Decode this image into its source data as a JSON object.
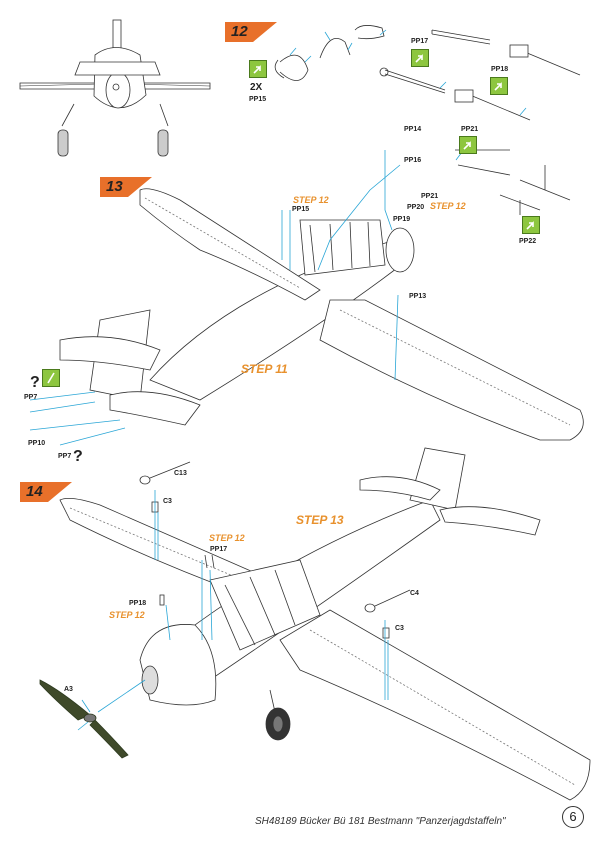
{
  "steps": {
    "s12": "12",
    "s13": "13",
    "s14": "14"
  },
  "refs": {
    "step12_a": "STEP 12",
    "step12_b": "STEP 12",
    "step12_c": "STEP 12",
    "step12_d": "STEP 12",
    "step11": "STEP 11",
    "step13": "STEP 13"
  },
  "parts": {
    "pp15_qty": "2X",
    "pp15": "PP15",
    "pp17": "PP17",
    "pp18": "PP18",
    "pp14": "PP14",
    "pp16": "PP16",
    "pp21": "PP21",
    "pp21b": "PP21",
    "pp20": "PP20",
    "pp19": "PP19",
    "pp22": "PP22",
    "pp13": "PP13",
    "pp15b": "PP15",
    "pp7a": "PP7",
    "pp10": "PP10",
    "pp7b": "PP7",
    "c13": "C13",
    "c3a": "C3",
    "pp17b": "PP17",
    "pp18b": "PP18",
    "c4": "C4",
    "c3b": "C3",
    "a3": "A3",
    "q1": "?",
    "q2": "?"
  },
  "footer": "SH48189 Bücker Bü 181 Bestmann \"Panzerjagdstaffeln\"",
  "page_number": "6",
  "icons": {
    "pe_badge": "photo-etch-bend-icon",
    "step_flag": "step-flag-icon"
  },
  "colors": {
    "accent_orange": "#e8702a",
    "step_ref": "#e8912d",
    "guide_line": "#2aa6d6",
    "badge_green": "#8dc63f"
  }
}
